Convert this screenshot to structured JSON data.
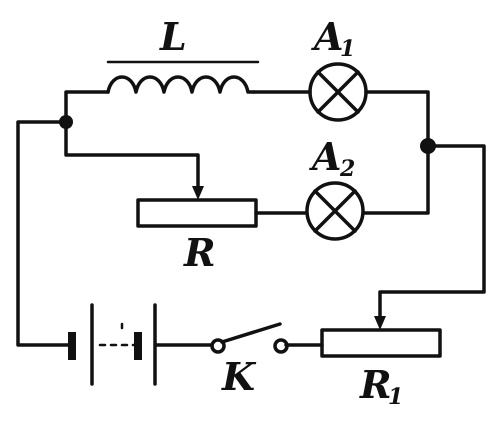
{
  "labels": {
    "inductor": {
      "main": "L"
    },
    "lamp1": {
      "main": "A",
      "sub": "1"
    },
    "lamp2": {
      "main": "A",
      "sub": "2"
    },
    "rheostat": {
      "main": "R"
    },
    "switch": {
      "main": "K"
    },
    "rheostat1": {
      "main": "R",
      "sub": "1"
    }
  },
  "colors": {
    "ink": "#111111",
    "background": "#ffffff"
  }
}
